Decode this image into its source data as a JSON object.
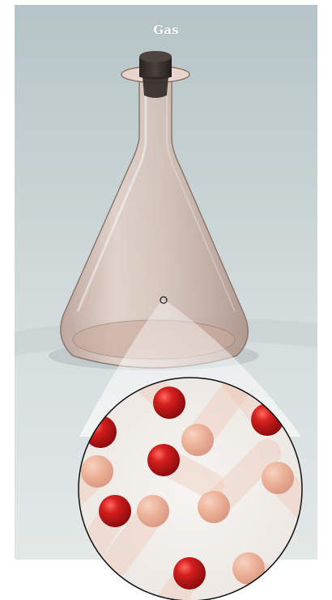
{
  "title": "Gas",
  "colors": {
    "background_top": "#b9c6c9",
    "background_bottom": "#dde4e4",
    "flask_glass": "#d9b8aa",
    "flask_liquid_tint": "#c8a596",
    "stopper": "#3b3431",
    "molecule_red": "#c8161b",
    "molecule_faded": "#e9a98e",
    "magnifier_bg": "#f4f1ee"
  },
  "molecules": {
    "red_count": 6,
    "faded_count": 6
  }
}
